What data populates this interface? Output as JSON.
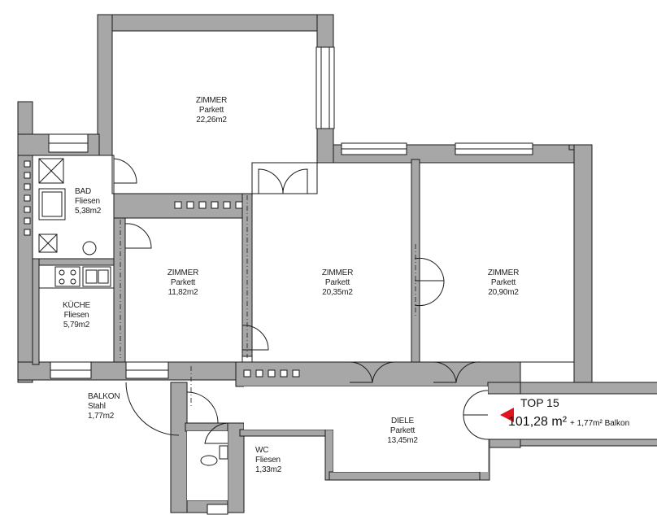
{
  "rooms": {
    "zimmer_north": {
      "name": "ZIMMER",
      "floor": "Parkett",
      "area": "22,26m2"
    },
    "bad": {
      "name": "BAD",
      "floor": "Fliesen",
      "area": "5,38m2"
    },
    "zimmer_middle": {
      "name": "ZIMMER",
      "floor": "Parkett",
      "area": "11,82m2"
    },
    "kueche": {
      "name": "KÜCHE",
      "floor": "Fliesen",
      "area": "5,79m2"
    },
    "zimmer_center": {
      "name": "ZIMMER",
      "floor": "Parkett",
      "area": "20,35m2"
    },
    "zimmer_east": {
      "name": "ZIMMER",
      "floor": "Parkett",
      "area": "20,90m2"
    },
    "balkon": {
      "name": "BALKON",
      "floor": "Stahl",
      "area": "1,77m2"
    },
    "diele": {
      "name": "DIELE",
      "floor": "Parkett",
      "area": "13,45m2"
    },
    "wc": {
      "name": "WC",
      "floor": "Fliesen",
      "area": "1,33m2"
    }
  },
  "unit": {
    "title": "TOP 15",
    "area": "101,28 m²",
    "extra": "+ 1,77m² Balkon",
    "marker_color": "#e0141e"
  },
  "colors": {
    "wall": "#a7a7a7",
    "line": "#1a1a1a",
    "background": "#ffffff"
  }
}
